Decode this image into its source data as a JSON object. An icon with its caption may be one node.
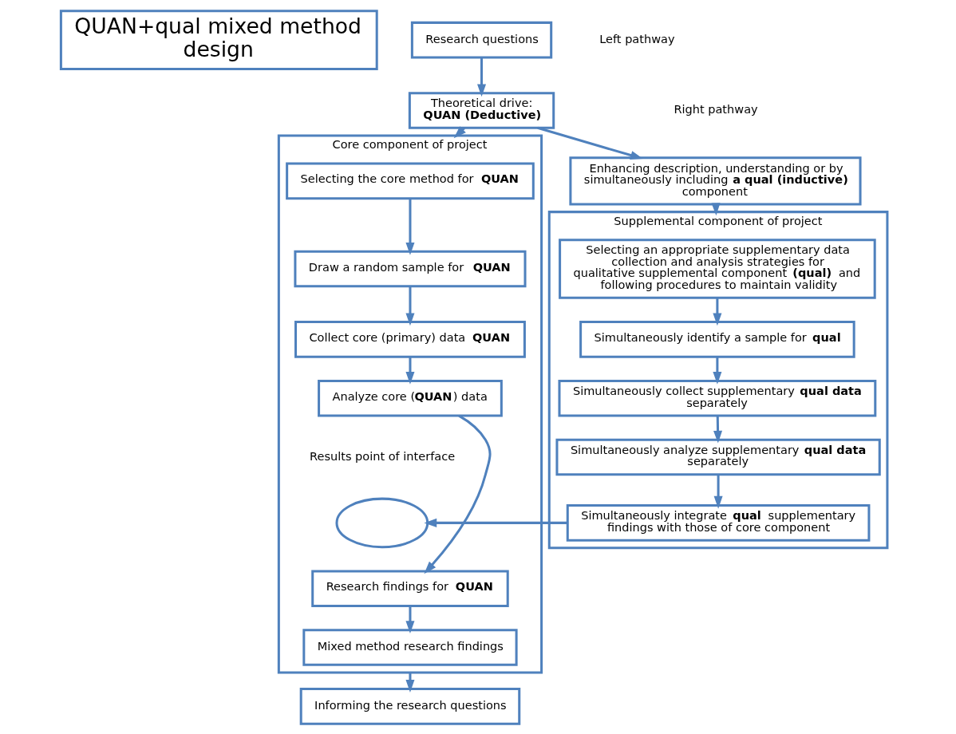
{
  "diagram": {
    "nodes": [
      {
        "text": [
          "QUAN+qual mixed method design"
        ]
      },
      {
        "text": [
          "Research questions"
        ]
      },
      {
        "text": [
          "Theoretical drive:",
          "**QUAN (Deductive)**"
        ]
      },
      {
        "text": [
          "Enhancing description, understanding or by simultaneously including **a qual (inductive)** component"
        ]
      },
      {
        "text": [
          "Core component of project"
        ]
      },
      {
        "text": [
          "Selecting the core method for **QUAN**"
        ],
        "in": 4
      },
      {
        "text": [
          "Draw a random sample for **QUAN**"
        ],
        "in": 4
      },
      {
        "text": [
          "Collect core (primary) data **QUAN**"
        ],
        "in": 4
      },
      {
        "text": [
          "Analyze core (**QUAN**) data"
        ],
        "in": 4
      },
      {
        "text": [],
        "shape": "ellipse",
        "beside": [
          "Results point of interface"
        ],
        "in": 4
      },
      {
        "text": [
          "Research findings for **QUAN**"
        ],
        "in": 4
      },
      {
        "text": [
          "Mixed method research findings"
        ],
        "in": 4
      },
      {
        "text": [
          "Supplemental component of project"
        ]
      },
      {
        "text": [
          "Selecting an appropriate supplementary data collection and analysis strategies for qualitative supplemental component **(qual)** and following procedures to maintain validity"
        ],
        "in": 12
      },
      {
        "text": [
          "Simultaneously identify a sample for **qual**"
        ],
        "in": 12
      },
      {
        "text": [
          "Simultaneously collect supplementary **qual data** separately"
        ],
        "in": 12
      },
      {
        "text": [
          "Simultaneously analyze supplementary **qual data** separately"
        ],
        "in": 12
      },
      {
        "text": [
          "Simultaneously integrate **qual** supplementary findings with those of core component"
        ],
        "in": 12
      },
      {
        "text": [
          "Informing the research questions"
        ]
      }
    ],
    "edges": [
      {
        "from": 1,
        "to": 2,
        "arrow": "to"
      },
      {
        "from": 2,
        "to": 4,
        "arrow": "to"
      },
      {
        "from": 2,
        "to": 3,
        "arrow": "to"
      },
      {
        "from": 3,
        "to": 12,
        "arrow": "to"
      },
      {
        "from": 5,
        "to": 6,
        "arrow": "to"
      },
      {
        "from": 6,
        "to": 7,
        "arrow": "to"
      },
      {
        "from": 7,
        "to": 8,
        "arrow": "to"
      },
      {
        "from": 8,
        "to": 10,
        "arrow": "to"
      },
      {
        "from": 10,
        "to": 11,
        "arrow": "to"
      },
      {
        "from": 4,
        "to": 18,
        "arrow": "to"
      },
      {
        "from": 13,
        "to": 14,
        "arrow": "to"
      },
      {
        "from": 14,
        "to": 15,
        "arrow": "to"
      },
      {
        "from": 15,
        "to": 16,
        "arrow": "to"
      },
      {
        "from": 16,
        "to": 17,
        "arrow": "to"
      },
      {
        "from": 17,
        "to": 9,
        "arrow": "to"
      }
    ],
    "labels": [
      "Left pathway",
      "Right pathway"
    ]
  }
}
